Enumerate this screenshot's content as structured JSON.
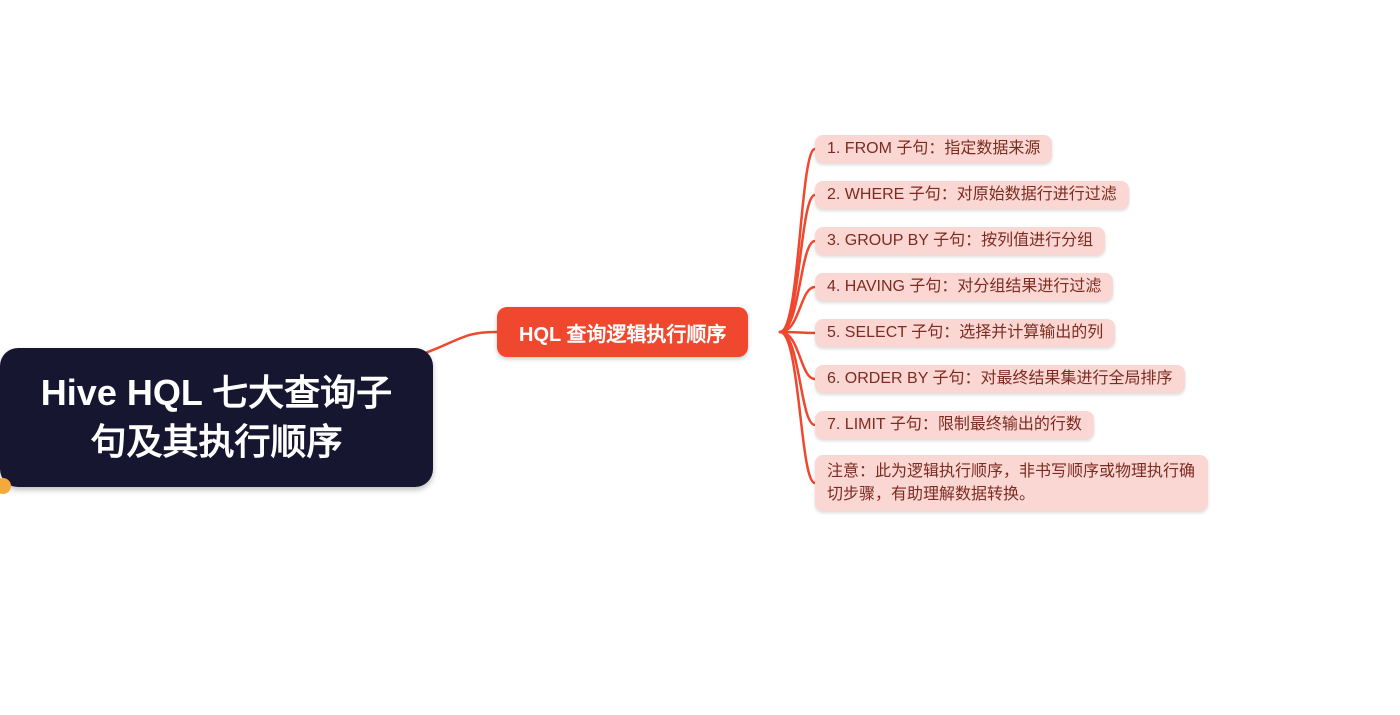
{
  "root": {
    "label": "Hive HQL 七大查询子\n句及其执行顺序"
  },
  "branch": {
    "label": "HQL 查询逻辑执行顺序"
  },
  "children": [
    {
      "label": "1. FROM 子句：指定数据来源"
    },
    {
      "label": "2. WHERE 子句：对原始数据行进行过滤"
    },
    {
      "label": "3. GROUP BY 子句：按列值进行分组"
    },
    {
      "label": "4. HAVING 子句：对分组结果进行过滤"
    },
    {
      "label": "5. SELECT 子句：选择并计算输出的列"
    },
    {
      "label": "6. ORDER BY 子句：对最终结果集进行全局排序"
    },
    {
      "label": "7. LIMIT 子句：限制最终输出的行数"
    },
    {
      "label": "注意：此为逻辑执行顺序，非书写顺序或物理执行确切步骤，有助理解数据转换。"
    }
  ],
  "colors": {
    "accent_red": "#f0472f",
    "root_bg": "#161630",
    "child_bg": "#fad7d3",
    "child_text": "#7d2b20",
    "decoration_orange": "#f5a93d"
  }
}
